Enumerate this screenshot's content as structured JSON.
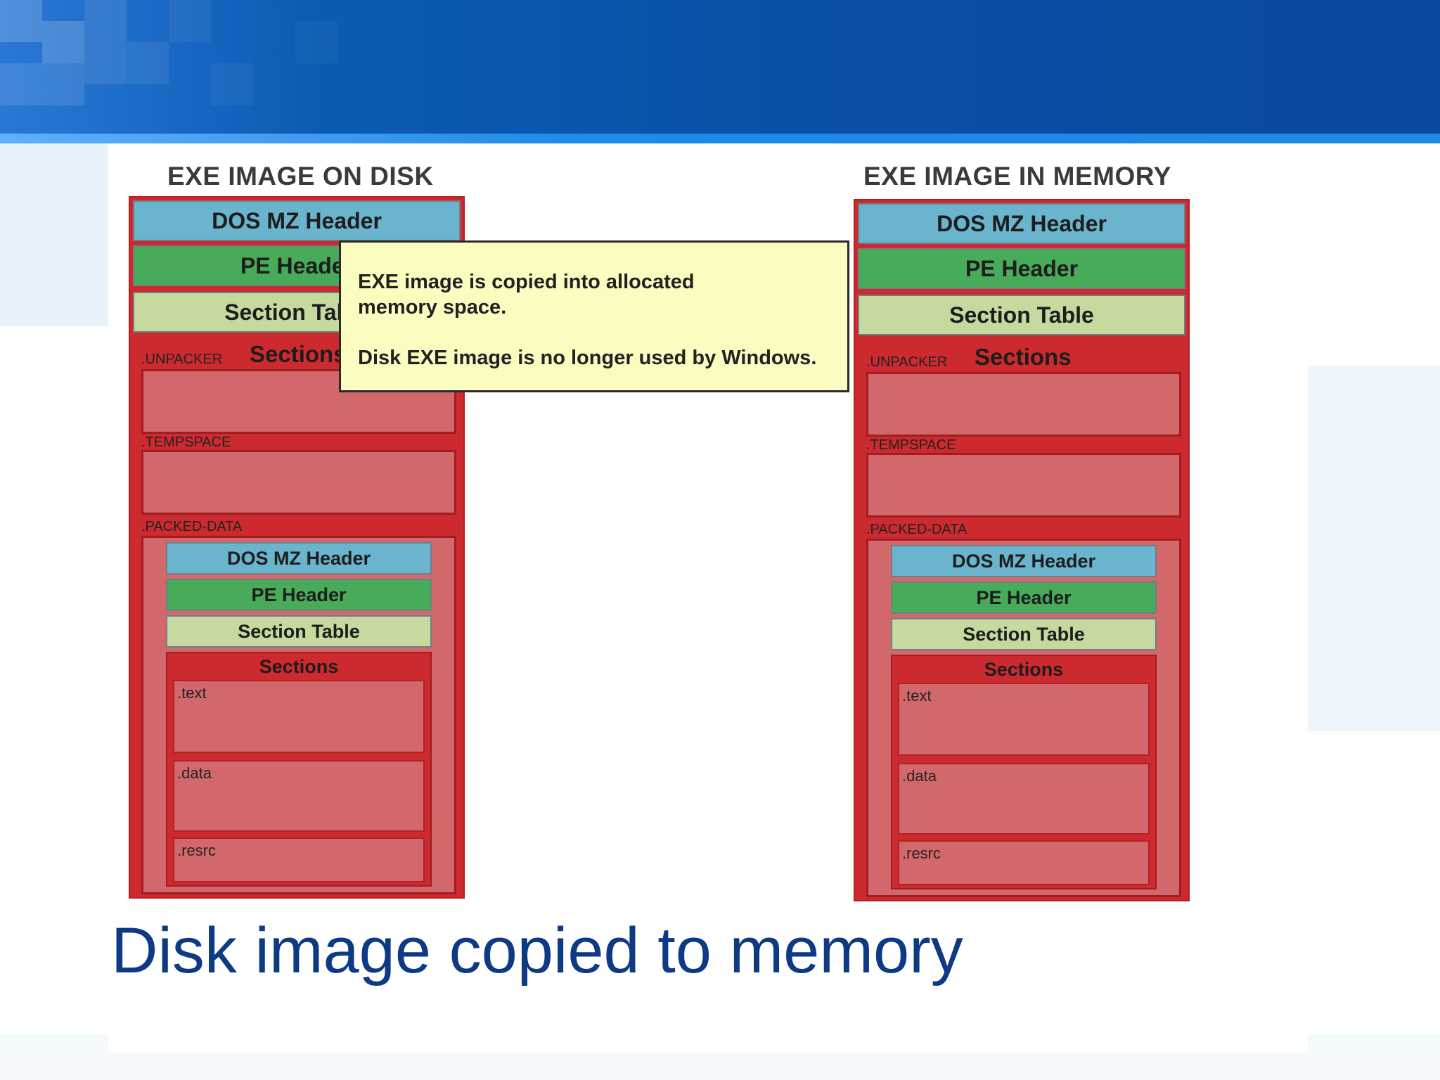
{
  "colors": {
    "header_blue": "#0a4ea6",
    "caption_blue": "#0d3a83",
    "dos_blue": "#6ab4cd",
    "pe_green": "#47ab5a",
    "table_lime": "#c6d99e",
    "section_red": "#cc2a2e",
    "note_yellow": "#fbfcc0"
  },
  "disk": {
    "title": "EXE IMAGE ON DISK",
    "dos": "DOS MZ Header",
    "pe": "PE Header",
    "table": "Section Table",
    "sections": "Sections",
    "unpacker": ".UNPACKER",
    "tempspace": ".TEMPSPACE",
    "packed": ".PACKED-DATA",
    "inner": {
      "dos": "DOS MZ Header",
      "pe": "PE Header",
      "table": "Section Table",
      "sections": "Sections",
      "text": ".text",
      "data": ".data",
      "rsrc": ".resrc"
    }
  },
  "memory": {
    "title": "EXE IMAGE IN MEMORY",
    "dos": "DOS MZ Header",
    "pe": "PE Header",
    "table": "Section Table",
    "sections": "Sections",
    "unpacker": ".UNPACKER",
    "tempspace": ".TEMPSPACE",
    "packed": ".PACKED-DATA",
    "inner": {
      "dos": "DOS MZ Header",
      "pe": "PE Header",
      "table": "Section Table",
      "sections": "Sections",
      "text": ".text",
      "data": ".data",
      "rsrc": ".resrc"
    }
  },
  "note": {
    "line1": "EXE image is copied into allocated",
    "line2": "memory space.",
    "line3": "Disk EXE image is no longer used by Windows."
  },
  "caption": "Disk image copied to memory"
}
